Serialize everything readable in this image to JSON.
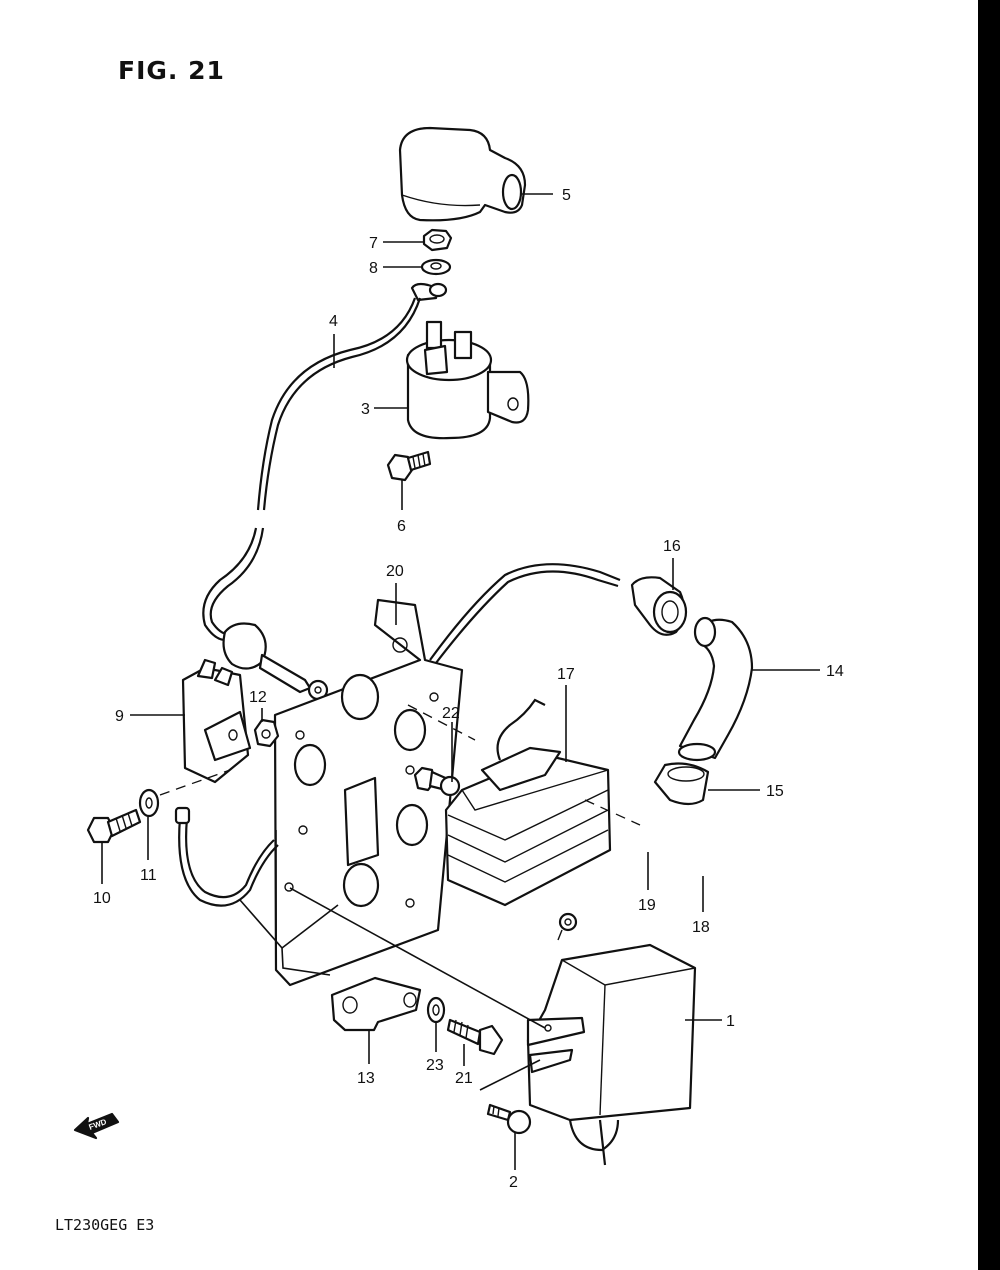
{
  "figure": {
    "title": "FIG. 21",
    "model_code": "LT230GEG  E3",
    "fwd_label": "FWD"
  },
  "callouts": {
    "c1": "1",
    "c2": "2",
    "c3": "3",
    "c4": "4",
    "c5": "5",
    "c6": "6",
    "c7": "7",
    "c8": "8",
    "c9": "9",
    "c10": "10",
    "c11": "11",
    "c12": "12",
    "c13": "13",
    "c14": "14",
    "c15": "15",
    "c16": "16",
    "c17": "17",
    "c18": "18",
    "c19": "19",
    "c20": "20",
    "c21": "21",
    "c22": "22",
    "c23": "23"
  },
  "colors": {
    "ink": "#111111",
    "paper": "#ffffff",
    "edge": "#000000"
  }
}
